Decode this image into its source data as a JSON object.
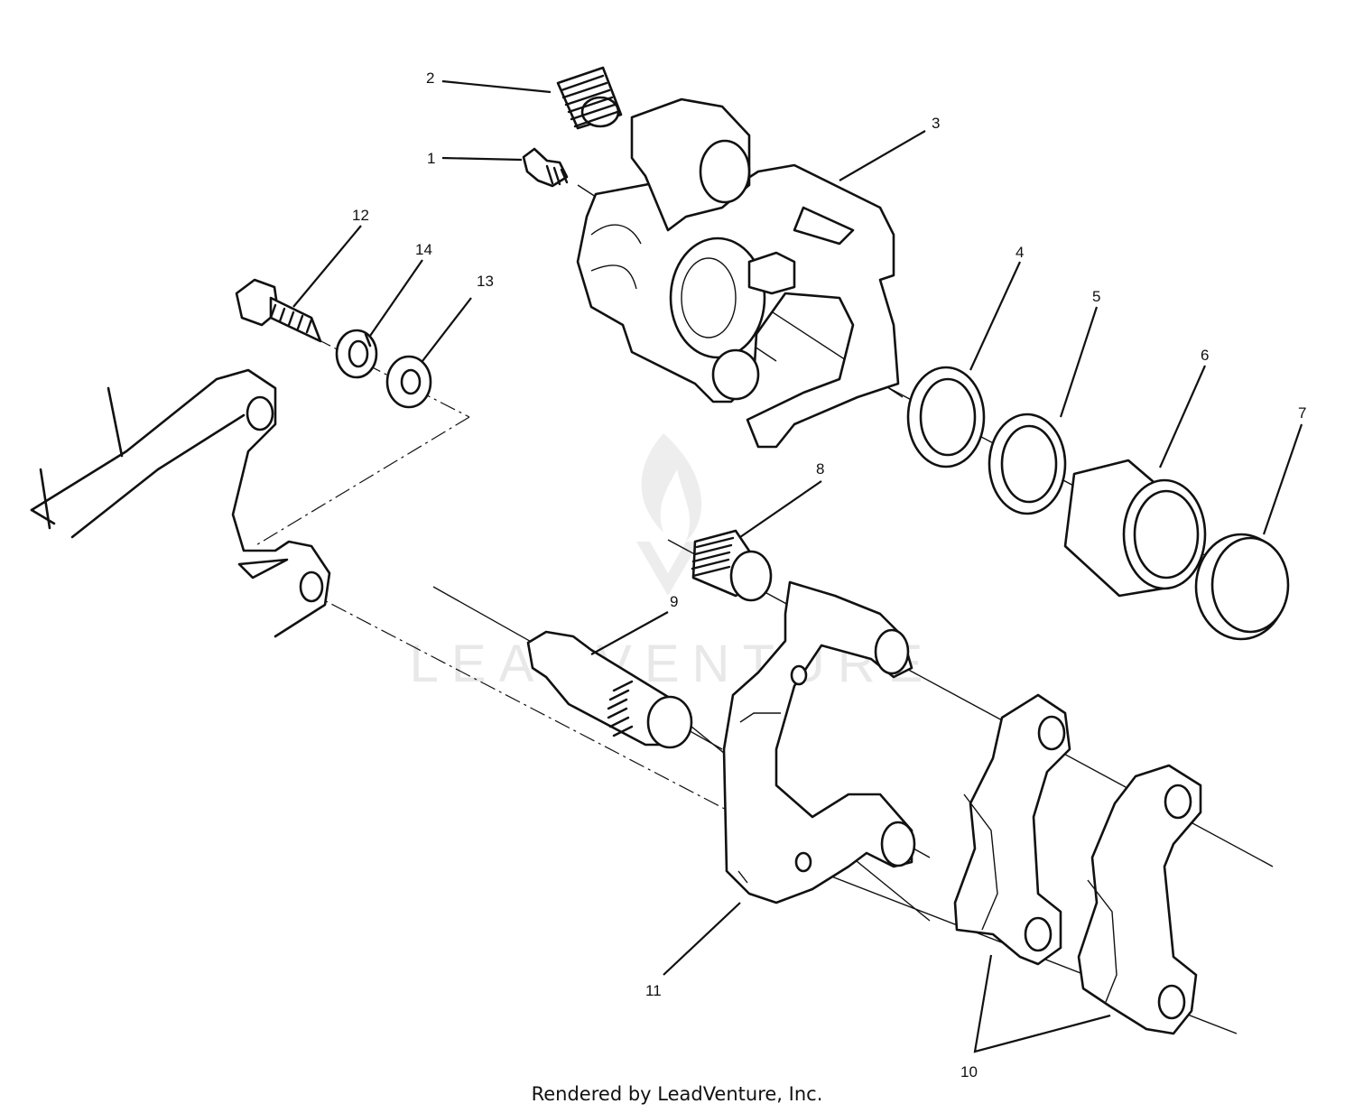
{
  "watermark": {
    "text": "LEADVENTURE"
  },
  "callouts": {
    "c1": "1",
    "c2": "2",
    "c3": "3",
    "c4": "4",
    "c5": "5",
    "c6": "6",
    "c7": "7",
    "c8": "8",
    "c9": "9",
    "c10": "10",
    "c11": "11",
    "c12": "12",
    "c13": "13",
    "c14": "14"
  },
  "footer": {
    "text": "Rendered by LeadVenture, Inc."
  }
}
